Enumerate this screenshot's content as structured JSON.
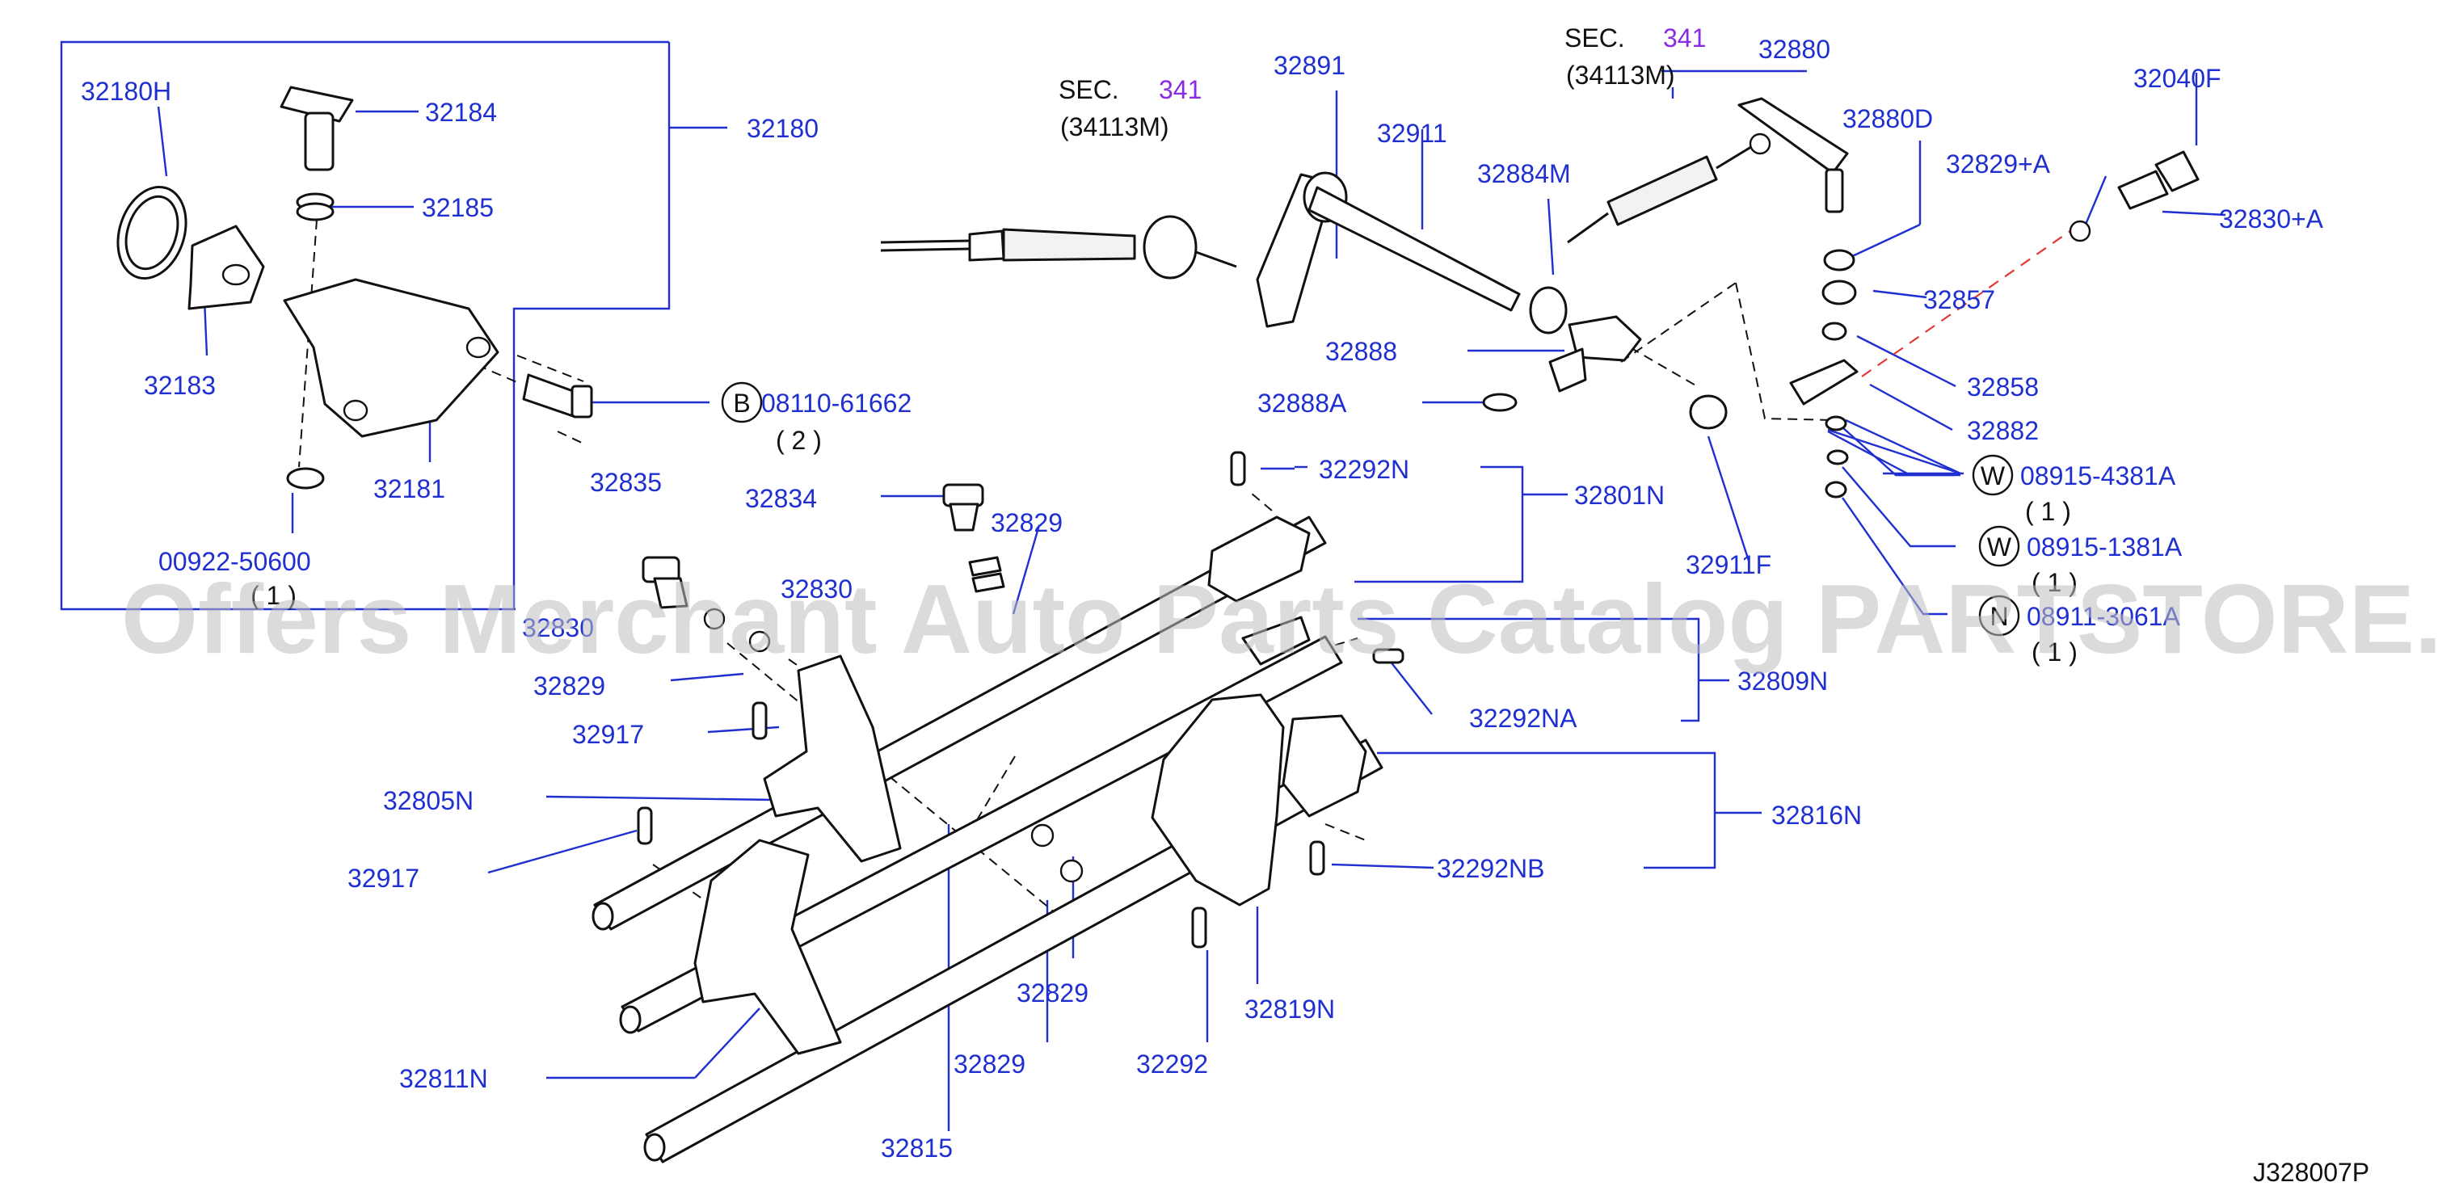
{
  "diagram": {
    "section_ref_1": {
      "prefix": "SEC.",
      "number": "341",
      "sub": "(34113M)"
    },
    "section_ref_2": {
      "prefix": "SEC.",
      "number": "341",
      "sub": "(34113M)"
    },
    "watermark": "Offers Merchant Auto Parts Catalog PARTSTORE.SA",
    "diagram_code": "J328007P",
    "part_labels": {
      "p32180H": "32180H",
      "p32184": "32184",
      "p32180": "32180",
      "p32185": "32185",
      "p32183": "32183",
      "p32181": "32181",
      "p00922": "00922-50600",
      "p00922_qty": "( 1 )",
      "p32835": "32835",
      "p32834": "32834",
      "p32829_a": "32829",
      "p32830": "32830",
      "p32830_b": "32830",
      "p32829_b": "32829",
      "p32917_a": "32917",
      "p32805N": "32805N",
      "p32917_b": "32917",
      "p32811N": "32811N",
      "p32815": "32815",
      "p32829_c": "32829",
      "p32829_d": "32829",
      "p32292": "32292",
      "p32819N": "32819N",
      "p32292NB": "32292NB",
      "p32816N": "32816N",
      "p32292NA": "32292NA",
      "p32809N": "32809N",
      "p32292N": "32292N",
      "p32801N": "32801N",
      "p32891": "32891",
      "p32911": "32911",
      "p32884M": "32884M",
      "p32888": "32888",
      "p32888A": "32888A",
      "p32911F": "32911F",
      "p32880": "32880",
      "p32880D": "32880D",
      "p32040F": "32040F",
      "p32829A": "32829+A",
      "p32830A": "32830+A",
      "p32857": "32857",
      "p32858": "32858",
      "p32882": "32882"
    },
    "callouts": [
      {
        "symbol": "B",
        "part": "08110-61662",
        "qty": "( 2 )"
      },
      {
        "symbol": "W",
        "part": "08915-4381A",
        "qty": "( 1 )"
      },
      {
        "symbol": "W",
        "part": "08915-1381A",
        "qty": "( 1 )"
      },
      {
        "symbol": "N",
        "part": "08911-3061A",
        "qty": "( 1 )"
      }
    ]
  }
}
